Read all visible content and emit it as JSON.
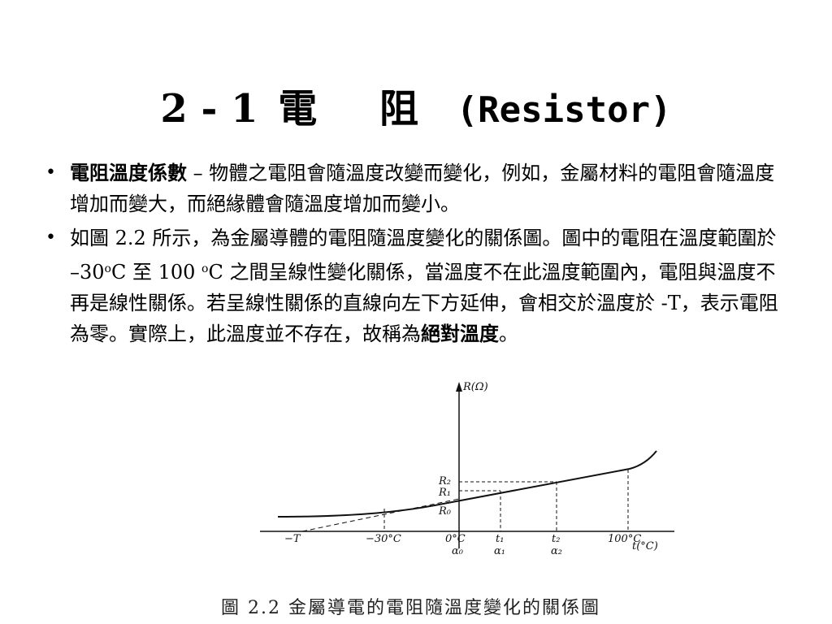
{
  "slide": {
    "title_num": "2 - 1",
    "title_zh": "電 阻",
    "title_en": "(Resistor)"
  },
  "bullets": [
    {
      "marker": "•",
      "term": "電阻溫度係數",
      "text": " – 物體之電阻會隨溫度改變而變化，例如，金屬材料的電阻會隨溫度增加而變大，而絕緣體會隨溫度增加而變小。"
    },
    {
      "marker": "•",
      "text_a": "如圖 2.2 所示，為金屬導體的電阻隨溫度變化的關係圖。圖中的電阻在溫度範圍於 –30",
      "sup1": "o",
      "text_b": "C 至 100 ",
      "sup2": "o",
      "text_c": "C 之間呈線性變化關係，當溫度不在此溫度範圍內，電阻與溫度不再是線性關係。若呈線性關係的直線向左下方延伸，會相交於溫度於 -T，表示電阻為零。實際上，此溫度並不存在，故稱為",
      "term_end": "絕對溫度",
      "tail": "。"
    }
  ],
  "figure": {
    "y_axis_label": "R(Ω)",
    "x_axis_label": "t(°C)",
    "r_labels": [
      "R₂",
      "R₁",
      "R₀"
    ],
    "t_labels": [
      "−T",
      "−30°C",
      "0°C",
      "t₁",
      "t₂",
      "100°C"
    ],
    "alpha_labels": [
      "α₀",
      "α₁",
      "α₂"
    ],
    "caption": "圖 2.2 金屬導電的電阻隨溫度變化的關係圖"
  }
}
